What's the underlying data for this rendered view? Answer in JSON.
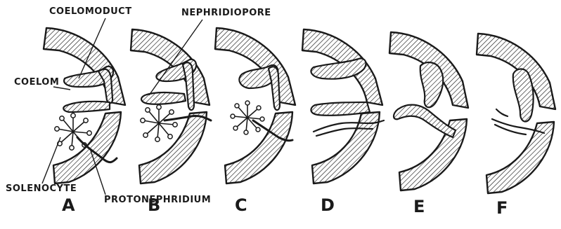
{
  "labels": {
    "coelomoduct": "COELOMODUCT",
    "nephridiopore": "NEPHRIDIOPORE",
    "coelom": "COELOM",
    "solenocyte": "SOLENOCYTE",
    "protonephridium": "PROTONEPHRIDIUM"
  },
  "panels": [
    {
      "letter": "A"
    },
    {
      "letter": "B"
    },
    {
      "letter": "C"
    },
    {
      "letter": "D"
    },
    {
      "letter": "E"
    },
    {
      "letter": "F"
    }
  ],
  "colors": {
    "ink": "#1a1a1a",
    "paper": "#ffffff"
  }
}
